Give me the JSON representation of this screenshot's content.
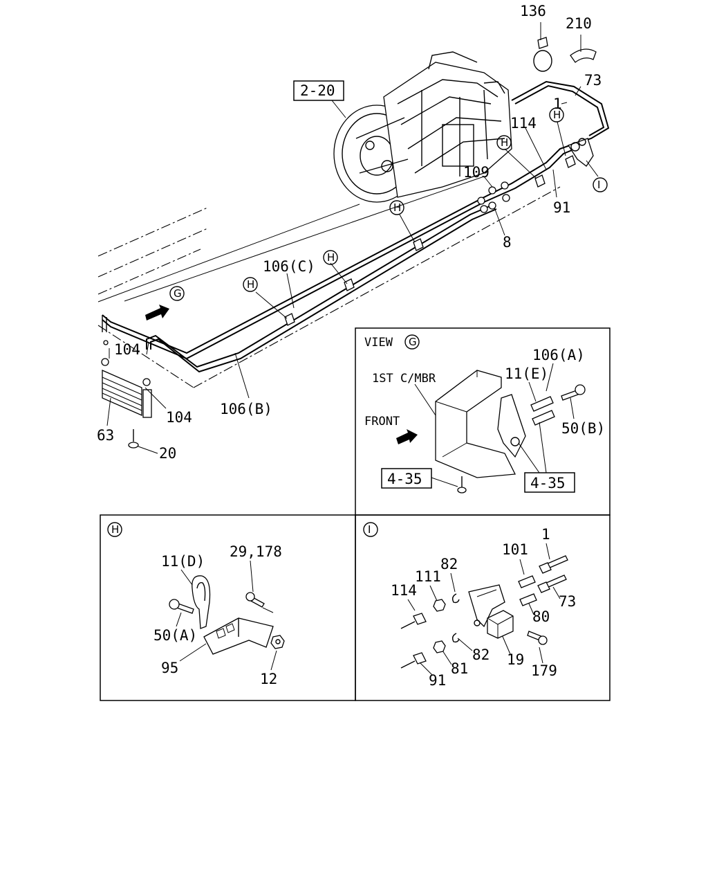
{
  "labels": {
    "p136": "136",
    "p210": "210",
    "p73_top": "73",
    "p1_top": "1",
    "ref_2_20": "2-20",
    "p114_top": "114",
    "p109": "109",
    "p91_top": "91",
    "p8": "8",
    "p106c": "106(C)",
    "p104a": "104",
    "p104b": "104",
    "p106b": "106(B)",
    "p63": "63",
    "p20": "20"
  },
  "markers": {
    "G": "G",
    "H": "H",
    "I": "I"
  },
  "view_g": {
    "title": "VIEW",
    "member": "1ST C/MBR",
    "front": "FRONT",
    "p106a": "106(A)",
    "p11e": "11(E)",
    "p50b": "50(B)",
    "ref_left": "4-35",
    "ref_right": "4-35"
  },
  "detail_h": {
    "p11d": "11(D)",
    "p29_178": "29,178",
    "p50a": "50(A)",
    "p95": "95",
    "p12": "12"
  },
  "detail_i": {
    "p1": "1",
    "p101": "101",
    "p82a": "82",
    "p111": "111",
    "p114": "114",
    "p73": "73",
    "p80": "80",
    "p82b": "82",
    "p19": "19",
    "p91": "91",
    "p81": "81",
    "p179": "179"
  }
}
